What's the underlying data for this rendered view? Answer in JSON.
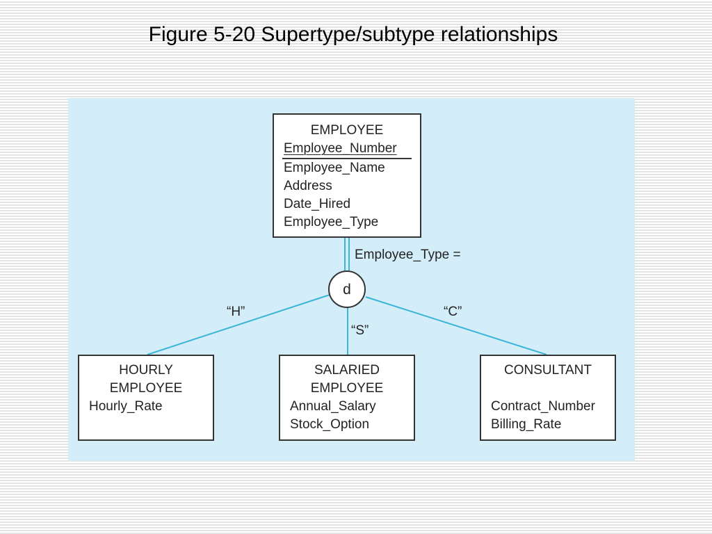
{
  "title": "Figure 5-20 Supertype/subtype relationships",
  "colors": {
    "panel_background": "#d4eef9",
    "connector_line": "#3bb4d8",
    "entity_border": "#333333"
  },
  "diagram": {
    "supertype": {
      "name": "EMPLOYEE",
      "identifier": "Employee_Number",
      "attributes": [
        "Employee_Name",
        "Address",
        "Date_Hired",
        "Employee_Type"
      ]
    },
    "subtype_discriminator": "Employee_Type =",
    "disjointness_symbol": "d",
    "subtypes": [
      {
        "name_line1": "HOURLY",
        "name_line2": "EMPLOYEE",
        "attributes": [
          "Hourly_Rate"
        ],
        "discriminator_value": "“H”"
      },
      {
        "name_line1": "SALARIED",
        "name_line2": "EMPLOYEE",
        "attributes": [
          "Annual_Salary",
          "Stock_Option"
        ],
        "discriminator_value": "“S”"
      },
      {
        "name_line1": "CONSULTANT",
        "name_line2": "",
        "attributes": [
          "Contract_Number",
          "Billing_Rate"
        ],
        "discriminator_value": "“C”"
      }
    ]
  }
}
